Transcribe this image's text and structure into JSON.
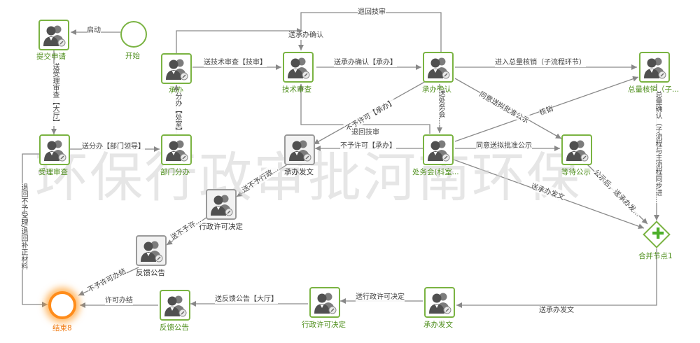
{
  "watermark": "环保行政审批河南环保",
  "colors": {
    "task": "#7ab342",
    "inactive": "#9a9a9a",
    "edge": "#888888",
    "end": "#ff8c1a",
    "label": "#4f8f1d"
  },
  "nodes": {
    "submit": "提交申请",
    "start": "开始",
    "handler": "承办",
    "tech_review": "技术审查",
    "confirm": "承办确认",
    "total_check": "总量核销（子...",
    "accept_review": "受理审查",
    "dept_assign": "部门分办",
    "doc_issue_gray": "承办发文",
    "office_meeting": "处务会(科室...",
    "publicity_wait": "等待公示",
    "license_decision_gray": "行政许可决定",
    "feedback_gray": "反馈公告",
    "merge": "合并节点1",
    "end": "结束8",
    "feedback": "反馈公告",
    "license_decision": "行政许可决定",
    "doc_issue": "承办发文"
  },
  "edges": {
    "start_submit": "启动",
    "submit_accept": "送受理审查【大厅】",
    "accept_dept": "送分办【部门领导】",
    "dept_handler": "分办【处室】",
    "return_tech_top": "退回技审",
    "to_confirm_top": "送承办确认",
    "handler_tech": "送技术审查【技审】",
    "tech_confirm": "送承办确认【承办】",
    "confirm_total": "进入总量核销（子流程环节）",
    "confirm_meeting": "送处务会...",
    "confirm_doc_gray": "不予许可【承办】",
    "confirm_publicity": "同意送拟批准公示",
    "meeting_total": "核销",
    "return_tech_mid": "退回技审",
    "meeting_doc_gray": "不予许可【承办】",
    "meeting_publicity": "同意送拟批准公示",
    "meeting_merge": "送承办发文",
    "publicity_merge": "公示后，送承办发...",
    "total_merge": "总量确认（子流程与主流程同步进...",
    "gray_doc_license": "送不予行政...",
    "gray_license_feedback": "送不予许...",
    "gray_feedback_end": "不予许可办结",
    "accept_end": "退回不予受理/退回补正材料",
    "merge_doc": "送承办发文",
    "doc_license": "送行政许可决定",
    "license_feedback": "送反馈公告【大厅】",
    "feedback_end": "许可办结"
  }
}
